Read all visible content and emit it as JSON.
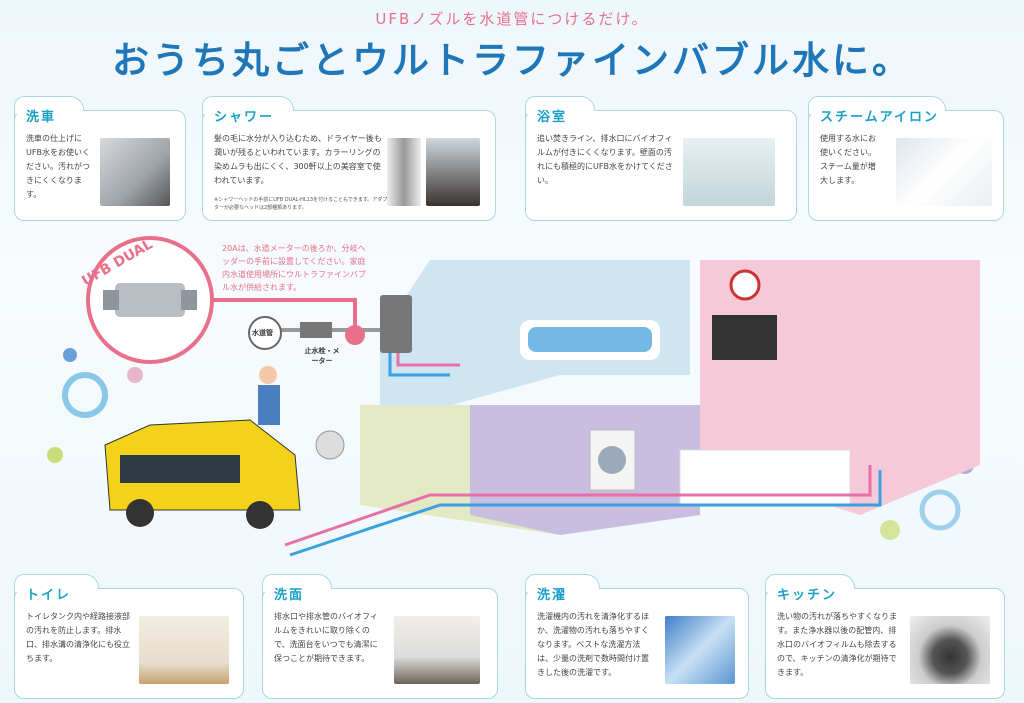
{
  "header": {
    "subtitle": "UFBノズルを水道管につけるだけ。",
    "title": "おうち丸ごとウルトラファインバブル水に。"
  },
  "cards_top": [
    {
      "title": "洗車",
      "text": "洗車の仕上げにUFB水をお使いください。汚れがつきにくくなります。"
    },
    {
      "title": "シャワー",
      "text": "髪の毛に水分が入り込むため、ドライヤー後も潤いが残るといわれています。カラーリングの染めムラも出にくく、300軒以上の美容室で使われています。",
      "note": "※シャワーヘッドの手前にUFB DUAL-HL13を付けることもできます。アダプターが必要なヘッドは2部種類あります。"
    },
    {
      "title": "浴室",
      "text": "追い焚きライン、排水口にバイオフィルムが付きにくくなります。壁面の汚れにも積極的にUFB水をかけてください。"
    },
    {
      "title": "スチームアイロン",
      "text": "使用する水にお使いください。スチーム量が増大します。"
    }
  ],
  "cards_bottom": [
    {
      "title": "トイレ",
      "text": "トイレタンク内や経路接液部の汚れを防止します。排水口、排水溝の清浄化にも役立ちます。"
    },
    {
      "title": "洗面",
      "text": "排水口や排水管のバイオフィルムをきれいに取り除くので、洗面台をいつでも清潔に保つことが期待できます。"
    },
    {
      "title": "洗濯",
      "text": "洗濯機内の汚れを清浄化するほか、洗濯物の汚れも落ちやすくなります。ベストな洗濯方法は、少量の洗剤で数時間付け置きした後の洗濯です。"
    },
    {
      "title": "キッチン",
      "text": "洗い物の汚れが落ちやすくなります。また浄水器以後の配管内、排水口のバイオフィルムも除去するので、キッチンの清浄化が期待できます。"
    }
  ],
  "diagram": {
    "product": "UFB DUAL",
    "install_note": "20Aは、水道メーターの後ろか、分岐ヘッダーの手前に設置してください。家庭内水道使用場所にウルトラファインバブル水が供給されます。",
    "water_pipe": "水道管",
    "meter": "止水栓・メーター"
  },
  "colors": {
    "accent_pink": "#e8708a",
    "title_blue": "#1f76b8",
    "card_title": "#1aa0c8",
    "pipe_blue": "#3aa0e0"
  }
}
